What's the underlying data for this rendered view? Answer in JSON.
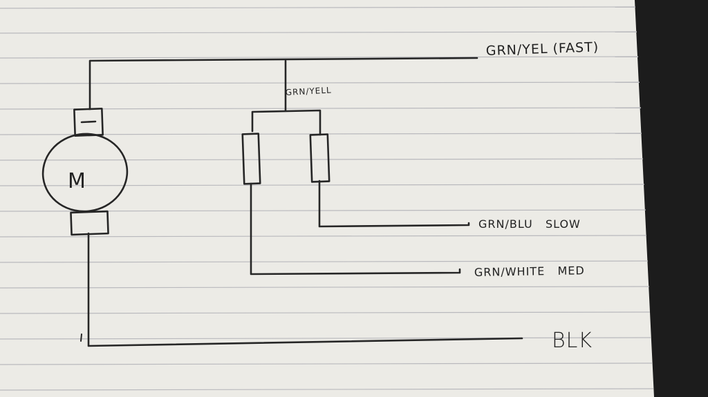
{
  "diagram": {
    "motor_symbol": "M",
    "labels": {
      "fast": "GRN/YEL (FAST)",
      "common": "GRN/YELL",
      "slow": "GRN/BLU   SLOW",
      "med": "GRN/WHITE   MED",
      "ground": "BLK"
    }
  },
  "colors": {
    "paper": "#ecebe6",
    "rule_line": "#b9b9bd",
    "ink": "#262626",
    "background": "#1c1c1c"
  }
}
